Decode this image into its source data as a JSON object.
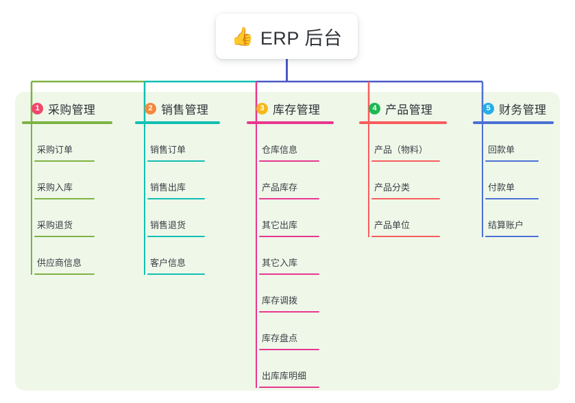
{
  "root": {
    "icon": "thumbs-up-icon",
    "emoji": "👍",
    "title": "ERP 后台"
  },
  "theme": {
    "page_bg": "#ffffff",
    "panel_bg": "#eff7e9",
    "root_stem": "#4a58c8",
    "text": "#2f3338"
  },
  "branches": [
    {
      "number": "1",
      "title": "采购管理",
      "color": "#7cb342",
      "badge_color": "#f0486b",
      "items": [
        {
          "label": "采购订单"
        },
        {
          "label": "采购入库"
        },
        {
          "label": "采购退货"
        },
        {
          "label": "供应商信息"
        }
      ]
    },
    {
      "number": "2",
      "title": "销售管理",
      "color": "#10bfb2",
      "badge_color": "#f4883c",
      "items": [
        {
          "label": "销售订单"
        },
        {
          "label": "销售出库"
        },
        {
          "label": "销售退货"
        },
        {
          "label": "客户信息"
        }
      ]
    },
    {
      "number": "3",
      "title": "库存管理",
      "color": "#e8368f",
      "badge_color": "#f5b81b",
      "items": [
        {
          "label": "仓库信息"
        },
        {
          "label": "产品库存"
        },
        {
          "label": "其它出库"
        },
        {
          "label": "其它入库"
        },
        {
          "label": "库存调拨"
        },
        {
          "label": "库存盘点"
        },
        {
          "label": "出库库明细"
        }
      ]
    },
    {
      "number": "4",
      "title": "产品管理",
      "color": "#f85c5c",
      "badge_color": "#1db954",
      "items": [
        {
          "label": "产品（物料）"
        },
        {
          "label": "产品分类"
        },
        {
          "label": "产品单位"
        }
      ]
    },
    {
      "number": "5",
      "title": "财务管理",
      "color": "#4a6fd4",
      "badge_color": "#23aee8",
      "items": [
        {
          "label": "回款单"
        },
        {
          "label": "付款单"
        },
        {
          "label": "结算账户"
        }
      ]
    }
  ]
}
